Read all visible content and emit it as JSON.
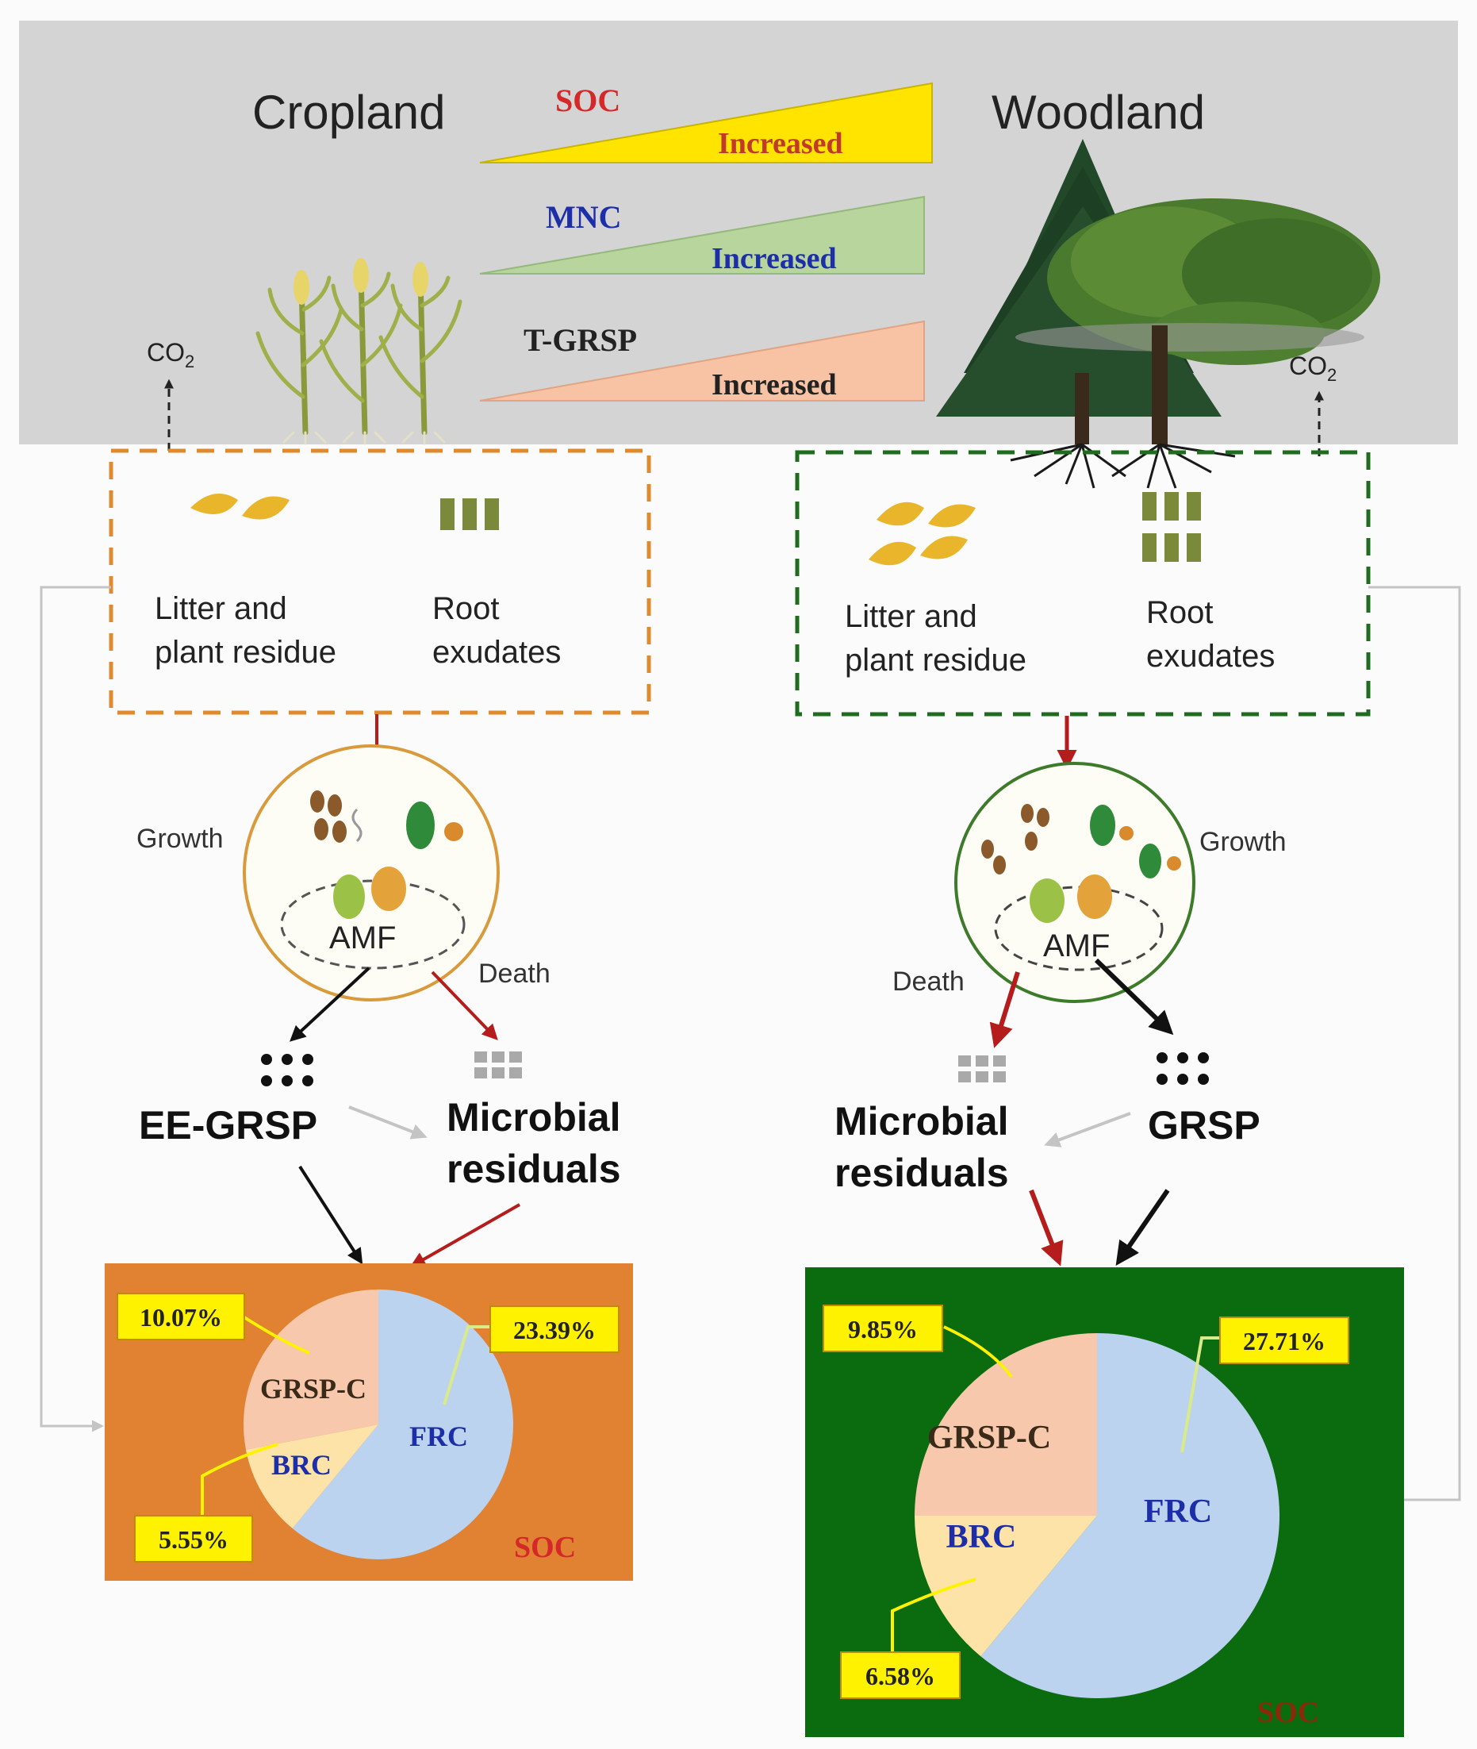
{
  "header": {
    "left_title": "Cropland",
    "right_title": "Woodland",
    "co2_base": "CO",
    "co2_sub": "2",
    "wedges": [
      {
        "label": "SOC",
        "note": "Increased",
        "label_color": "#d62828",
        "note_color": "#c0392b",
        "fill": "#ffe400"
      },
      {
        "label": "MNC",
        "note": "Increased",
        "label_color": "#1c2ea8",
        "note_color": "#1c2ea8",
        "fill": "#b8d59e"
      },
      {
        "label": "T-GRSP",
        "note": "Increased",
        "label_color": "#222222",
        "note_color": "#222222",
        "fill": "#f7c3a4"
      }
    ]
  },
  "inputs": {
    "litter_line1": "Litter and",
    "litter_line2": "plant residue",
    "root_line1": "Root",
    "root_line2": "exudates"
  },
  "microbes": {
    "growth": "Growth",
    "death": "Death",
    "amf": "AMF"
  },
  "left": {
    "grsp_label": "EE-GRSP",
    "residual_line1": "Microbial",
    "residual_line2": "residuals",
    "soc_label": "SOC",
    "box_color": "#e08232",
    "ring_color": "#d99a3c",
    "chart_data": {
      "type": "pie",
      "slices": [
        {
          "name": "FRC",
          "percent": 61.0,
          "color": "#bcd3ef",
          "label_color": "#1c2ea8"
        },
        {
          "name": "BRC",
          "percent": 11.0,
          "color": "#fde3a7",
          "label_color": "#1c2ea8"
        },
        {
          "name": "GRSP-C",
          "percent": 28.0,
          "color": "#f7c8ab",
          "label_color": "#3a2a1a"
        }
      ],
      "callouts": [
        "10.07%",
        "23.39%",
        "5.55%"
      ]
    }
  },
  "right": {
    "grsp_label": "GRSP",
    "residual_line1": "Microbial",
    "residual_line2": "residuals",
    "soc_label": "SOC",
    "box_color": "#0b6b0f",
    "ring_color": "#3d7a2a",
    "chart_data": {
      "type": "pie",
      "slices": [
        {
          "name": "FRC",
          "percent": 61.0,
          "color": "#bcd3ef",
          "label_color": "#1c2ea8"
        },
        {
          "name": "BRC",
          "percent": 14.0,
          "color": "#fde3a7",
          "label_color": "#1c2ea8"
        },
        {
          "name": "GRSP-C",
          "percent": 25.0,
          "color": "#f7c8ab",
          "label_color": "#3a2a1a"
        }
      ],
      "callouts": [
        "9.85%",
        "27.71%",
        "6.58%"
      ]
    }
  },
  "colors": {
    "header_bg": "#d4d4d4",
    "cropland_dash": "#e08a2e",
    "woodland_dash": "#1f6b1f",
    "red_arrow": "#b51c1c",
    "black_arrow": "#111111",
    "gray_arrow": "#c4c4c4",
    "callout_fill": "#fff200"
  }
}
